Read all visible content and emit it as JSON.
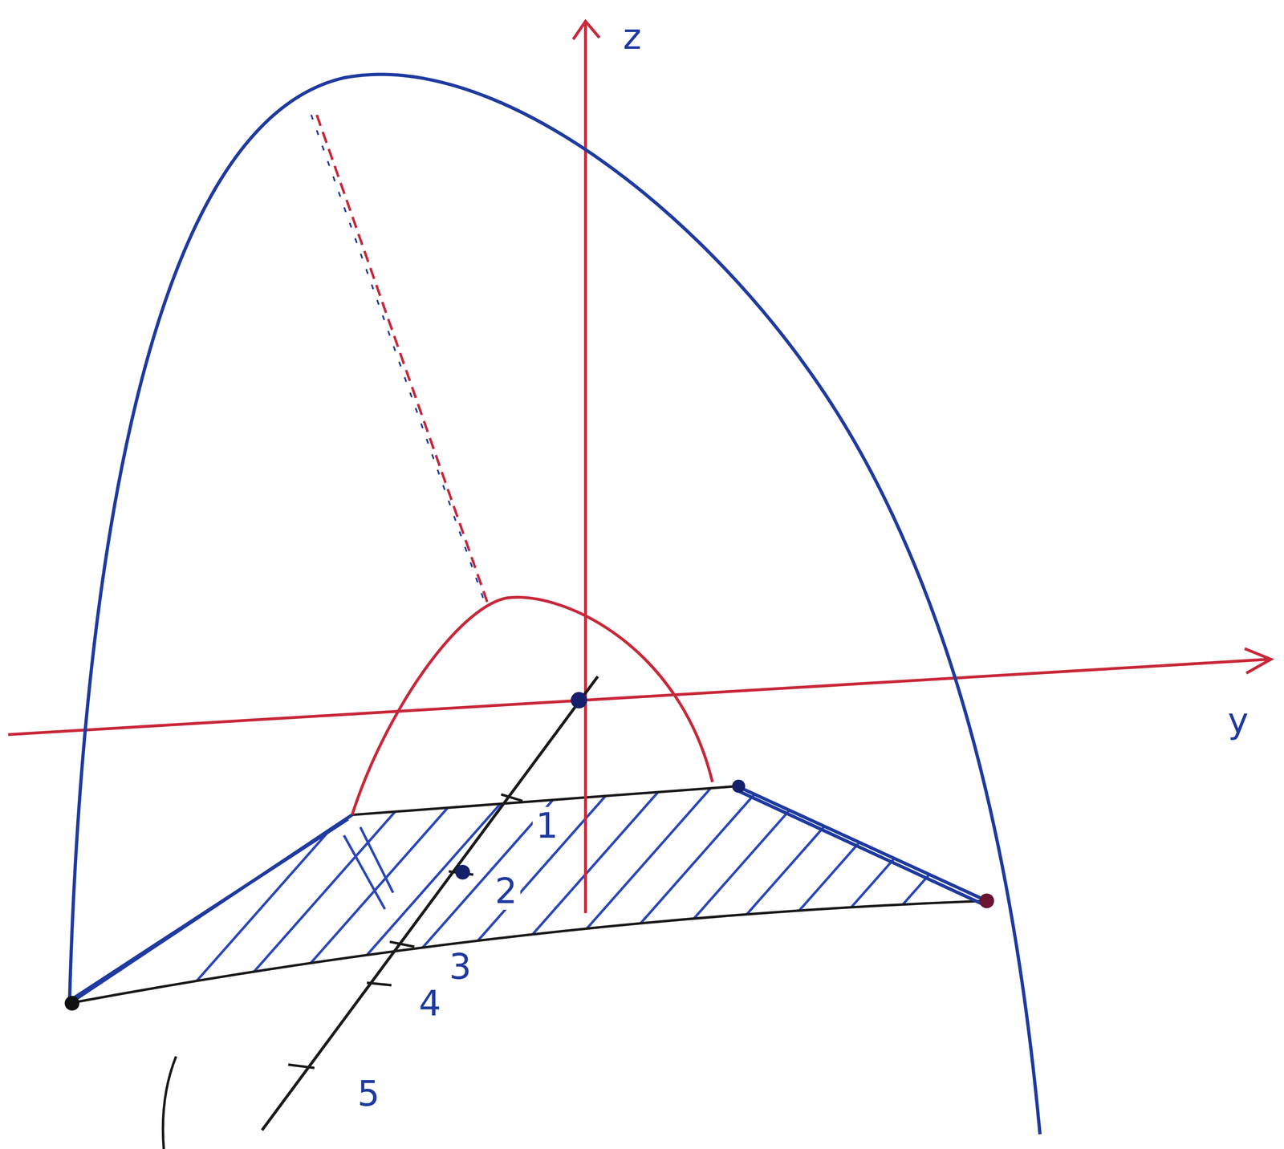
{
  "diagram": {
    "labels": [
      "z",
      "y",
      "1",
      "2",
      "3",
      "4",
      "5"
    ]
  }
}
